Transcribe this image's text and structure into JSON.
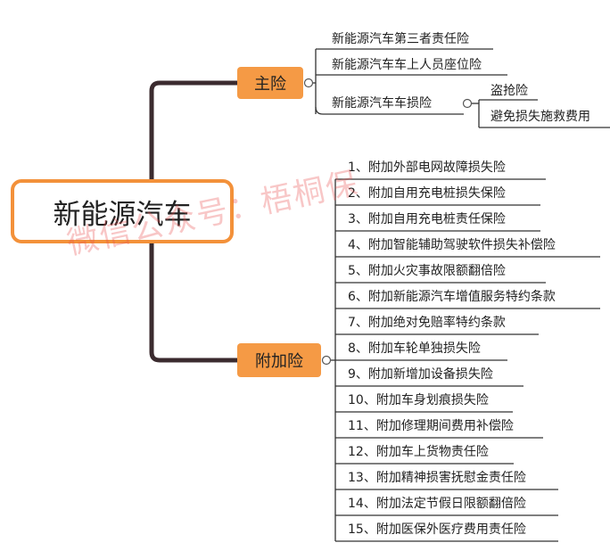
{
  "root": {
    "label": "新能源汽车"
  },
  "branches": {
    "main": {
      "label": "主险",
      "items": [
        {
          "label": "新能源汽车第三者责任险"
        },
        {
          "label": "新能源汽车车上人员座位险"
        },
        {
          "label": "新能源汽车车损险",
          "children": [
            "盗抢险",
            "避免损失施救费用"
          ]
        }
      ]
    },
    "additional": {
      "label": "附加险",
      "items": [
        "1、附加外部电网故障损失险",
        "2、附加自用充电桩损失保险",
        "3、附加自用充电桩责任保险",
        "4、附加智能辅助驾驶软件损失补偿险",
        "5、附加火灾事故限额翻倍险",
        "6、附加新能源汽车增值服务特约条款",
        "7、附加绝对免赔率特约条款",
        "8、附加车轮单独损失险",
        "9、附加新增加设备损失险",
        "10、附加车身划痕损失险",
        "11、附加修理期间费用补偿险",
        "12、附加车上货物责任险",
        "13、附加精神损害抚慰金责任险",
        "14、附加法定节假日限额翻倍险",
        "15、附加医保外医疗费用责任险"
      ]
    }
  },
  "watermark": "微信公众号：梧桐保",
  "colors": {
    "accent": "#f59a45",
    "root_border": "#f3913a",
    "connector": "#3b2b2f",
    "line": "#333333"
  }
}
